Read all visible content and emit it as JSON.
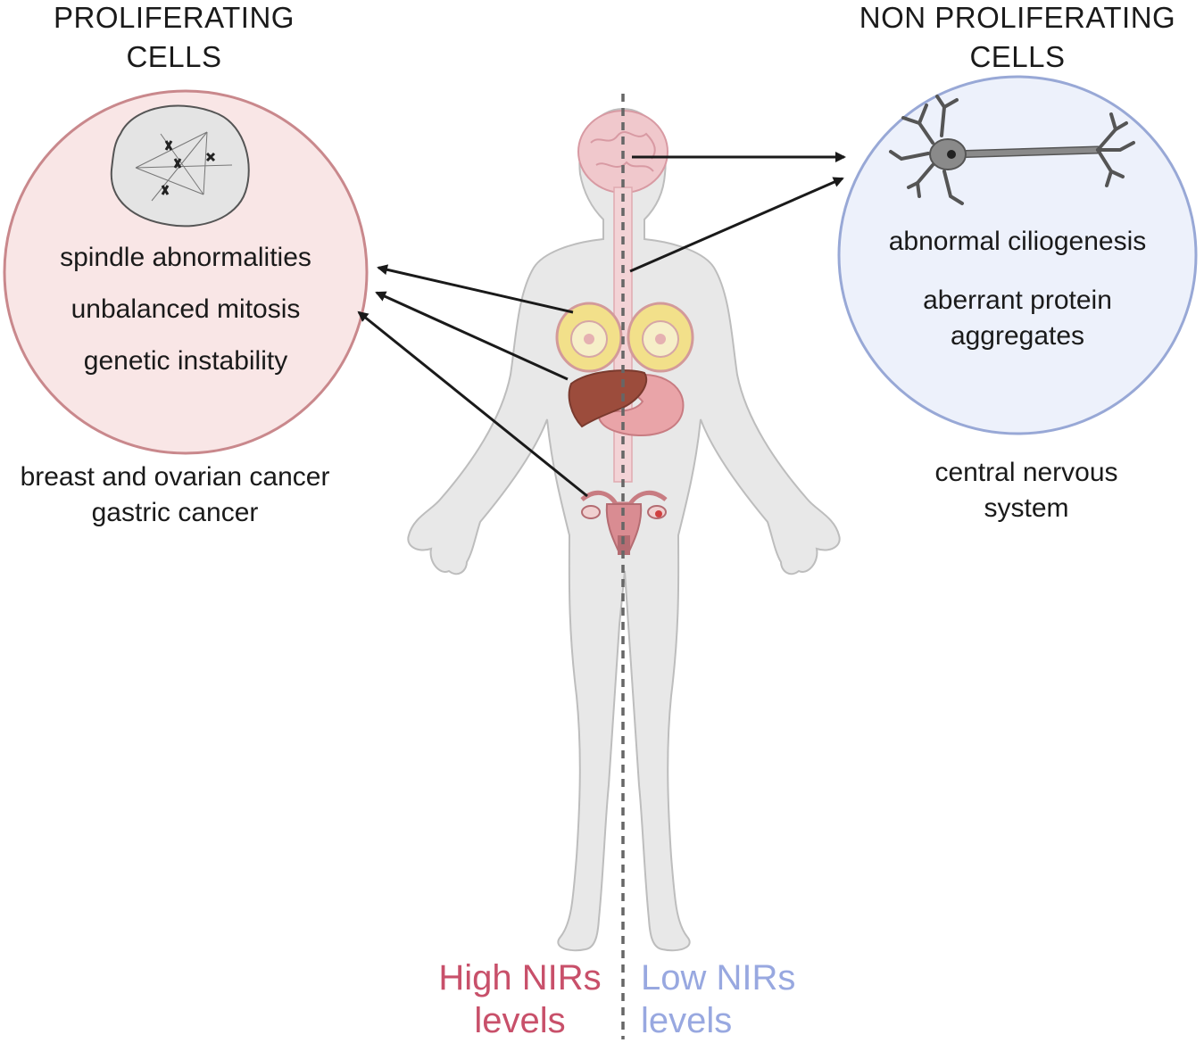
{
  "left_panel": {
    "heading": [
      "PROLIFERATING",
      "CELLS"
    ],
    "effects": [
      "spindle abnormalities",
      "unbalanced mitosis",
      "genetic instability"
    ],
    "diseases": [
      "breast and ovarian cancer",
      "gastric cancer"
    ],
    "icon": "mitotic-spindle-icon"
  },
  "right_panel": {
    "heading": [
      "NON PROLIFERATING",
      "CELLS"
    ],
    "effects": [
      "abnormal ciliogenesis",
      "aberrant protein",
      "aggregates"
    ],
    "tissues": [
      "central nervous",
      "system"
    ],
    "icon": "neuron-icon"
  },
  "legend": {
    "high": [
      "High NIRs",
      "levels"
    ],
    "low": [
      "Low NIRs",
      "levels"
    ]
  },
  "colors": {
    "left_circle_fill": "#f9e6e6",
    "left_circle_stroke": "#c9888c",
    "right_circle_fill": "#edf1fb",
    "right_circle_stroke": "#98a8d6",
    "high_text": "#c8506a",
    "low_text": "#98a8e0",
    "arrow": "#1a1a1a",
    "body": "#e8e8e8"
  }
}
